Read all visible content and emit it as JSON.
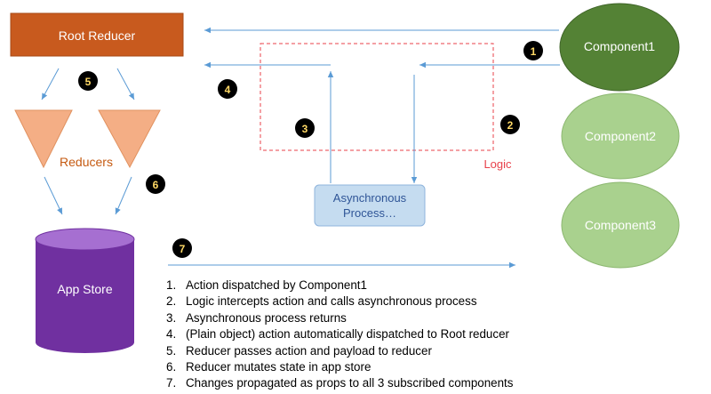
{
  "nodes": {
    "root_reducer": "Root Reducer",
    "reducers": "Reducers",
    "app_store": "App Store",
    "async_process_line1": "Asynchronous",
    "async_process_line2": "Process…",
    "logic": "Logic",
    "component1": "Component1",
    "component2": "Component2",
    "component3": "Component3"
  },
  "badges": [
    "1",
    "2",
    "3",
    "4",
    "5",
    "6",
    "7"
  ],
  "steps": [
    {
      "num": "1.",
      "text": "Action dispatched by Component1"
    },
    {
      "num": "2.",
      "text": "Logic intercepts action and calls asynchronous process"
    },
    {
      "num": "3.",
      "text": "Asynchronous process returns"
    },
    {
      "num": "4.",
      "text": "(Plain object) action automatically dispatched to Root reducer"
    },
    {
      "num": "5.",
      "text": "Reducer passes action and payload to reducer"
    },
    {
      "num": "6.",
      "text": "Reducer mutates state in app store"
    },
    {
      "num": "7.",
      "text": "Changes propagated as props to all 3 subscribed components"
    }
  ],
  "colors": {
    "root_reducer_fill": "#c85a1e",
    "reducer_fill": "#f4ae85",
    "reducers_label": "#c55a11",
    "app_store_body": "#7030a0",
    "app_store_top": "#a66fd1",
    "component1_fill": "#548235",
    "component_light_fill": "#a9d18e",
    "async_fill": "#c5dcf0",
    "async_text": "#2f5597",
    "logic_border": "#e8404a",
    "arrow": "#5b9bd5",
    "badge_fill": "#000000",
    "badge_text": "#ffd966"
  }
}
